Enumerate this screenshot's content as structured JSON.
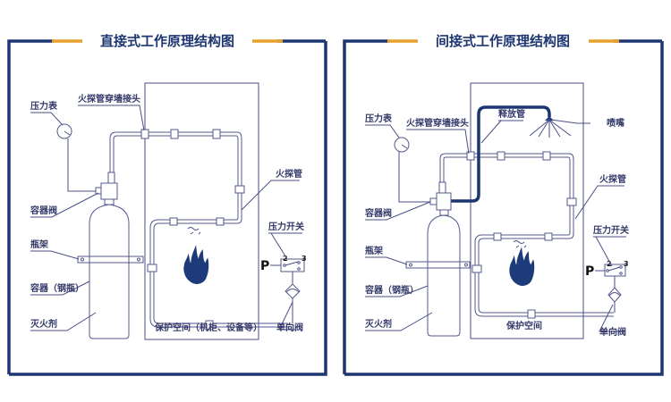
{
  "colors": {
    "frame": "#1d3570",
    "accent": "#e8a12a",
    "line": "#4b4f86",
    "fire": "#1d3b7a"
  },
  "panels": [
    {
      "title": "直接式工作原理结构图",
      "labels": {
        "gauge": "压力表",
        "wall_joint": "火探管穿墙接头",
        "valve": "容器阀",
        "bracket": "瓶架",
        "cylinder": "容器（钢瓶）",
        "agent": "灭火剂",
        "detector_tube": "火探管",
        "pressure_switch": "压力开关",
        "check_valve": "单向阀",
        "space": "保护空间（机柜、设备等）",
        "p": "P",
        "pin2": "2",
        "pin3": "3"
      }
    },
    {
      "title": "间接式工作原理结构图",
      "labels": {
        "gauge": "压力表",
        "wall_joint": "火探管穿墙接头",
        "release_pipe": "释放管",
        "nozzle": "喷嘴",
        "valve": "容器阀",
        "bracket": "瓶架",
        "cylinder": "容器（钢瓶）",
        "agent": "灭火剂",
        "detector_tube": "火探管",
        "pressure_switch": "压力开关",
        "check_valve": "单向阀",
        "space": "保护空间",
        "p": "P",
        "pin2": "2",
        "pin3": "3"
      }
    }
  ]
}
